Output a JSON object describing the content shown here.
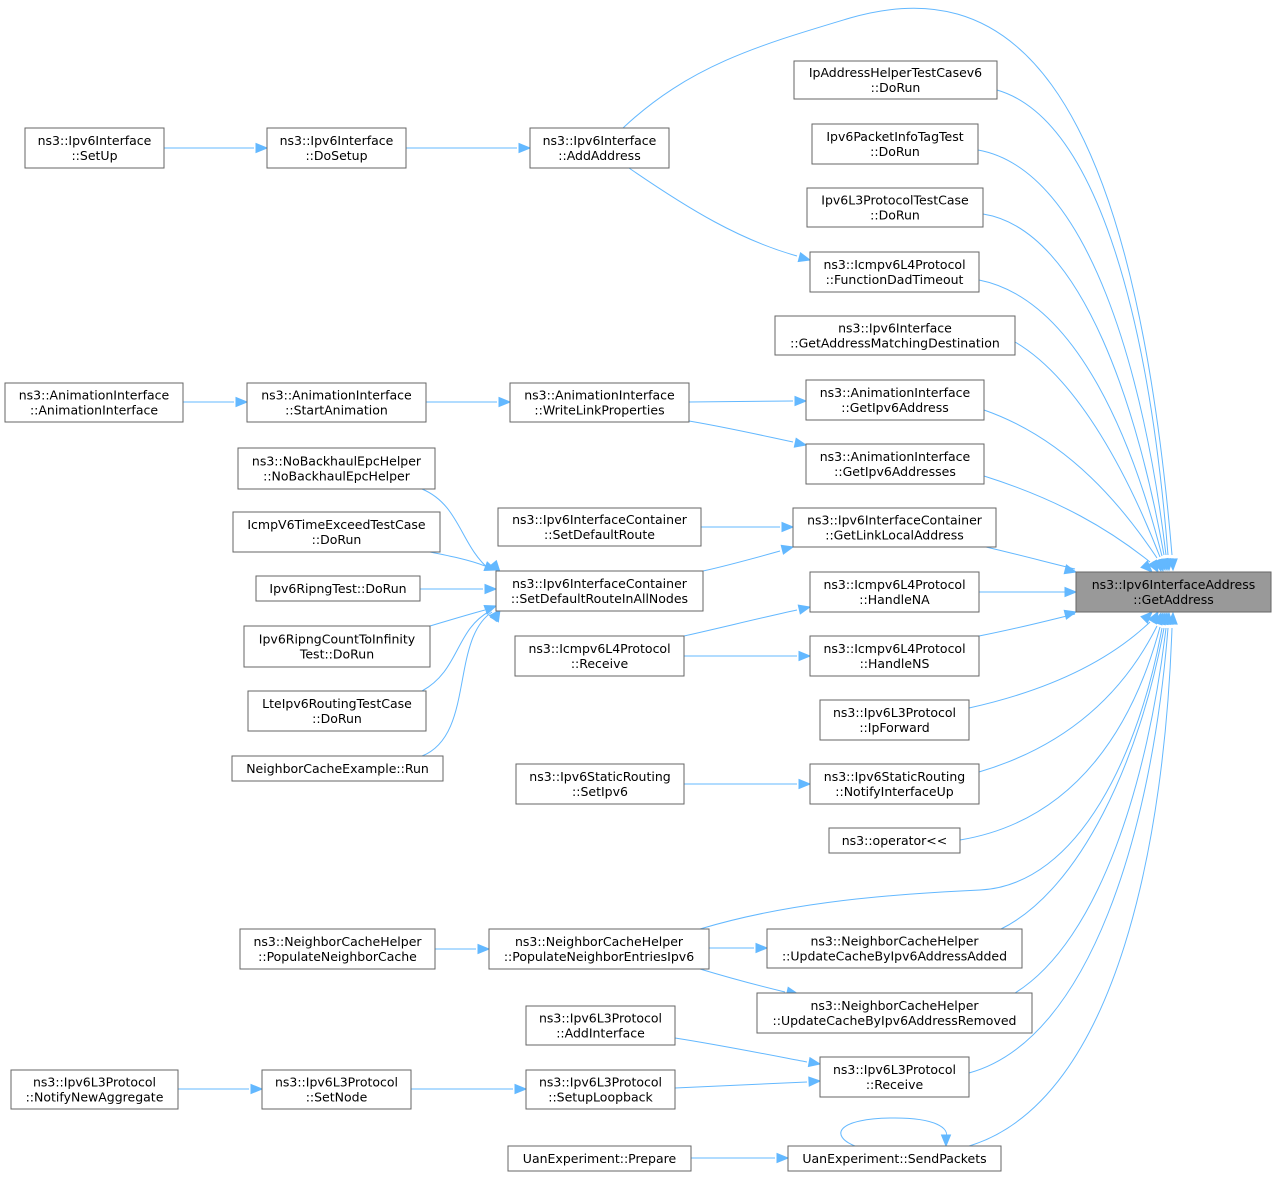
{
  "target": {
    "id": "target",
    "lines": [
      "ns3::Ipv6InterfaceAddress",
      "::GetAddress"
    ]
  },
  "nodes": [
    {
      "id": "ipaddr",
      "lines": [
        "IpAddressHelperTestCasev6",
        "::DoRun"
      ]
    },
    {
      "id": "pktinfo",
      "lines": [
        "Ipv6PacketInfoTagTest",
        "::DoRun"
      ]
    },
    {
      "id": "l3test",
      "lines": [
        "Ipv6L3ProtocolTestCase",
        "::DoRun"
      ]
    },
    {
      "id": "dadTimeout",
      "lines": [
        "ns3::Icmpv6L4Protocol",
        "::FunctionDadTimeout"
      ]
    },
    {
      "id": "getAddrMatch",
      "lines": [
        "ns3::Ipv6Interface",
        "::GetAddressMatchingDestination"
      ]
    },
    {
      "id": "getIpv6Addr",
      "lines": [
        "ns3::AnimationInterface",
        "::GetIpv6Address"
      ]
    },
    {
      "id": "getIpv6Addrs",
      "lines": [
        "ns3::AnimationInterface",
        "::GetIpv6Addresses"
      ]
    },
    {
      "id": "getLinkLocal",
      "lines": [
        "ns3::Ipv6InterfaceContainer",
        "::GetLinkLocalAddress"
      ]
    },
    {
      "id": "handleNA",
      "lines": [
        "ns3::Icmpv6L4Protocol",
        "::HandleNA"
      ]
    },
    {
      "id": "handleNS",
      "lines": [
        "ns3::Icmpv6L4Protocol",
        "::HandleNS"
      ]
    },
    {
      "id": "ipForward",
      "lines": [
        "ns3::Ipv6L3Protocol",
        "::IpForward"
      ]
    },
    {
      "id": "notifyIfUp",
      "lines": [
        "ns3::Ipv6StaticRouting",
        "::NotifyInterfaceUp"
      ]
    },
    {
      "id": "opShift",
      "lines": [
        "ns3::operator<<"
      ]
    },
    {
      "id": "updAdded",
      "lines": [
        "ns3::NeighborCacheHelper",
        "::UpdateCacheByIpv6AddressAdded"
      ]
    },
    {
      "id": "updRemoved",
      "lines": [
        "ns3::NeighborCacheHelper",
        "::UpdateCacheByIpv6AddressRemoved"
      ]
    },
    {
      "id": "l3Receive",
      "lines": [
        "ns3::Ipv6L3Protocol",
        "::Receive"
      ]
    },
    {
      "id": "sendPackets",
      "lines": [
        "UanExperiment::SendPackets"
      ]
    },
    {
      "id": "addAddress",
      "lines": [
        "ns3::Ipv6Interface",
        "::AddAddress"
      ]
    },
    {
      "id": "writeLink",
      "lines": [
        "ns3::AnimationInterface",
        "::WriteLinkProperties"
      ]
    },
    {
      "id": "setDefRoute",
      "lines": [
        "ns3::Ipv6InterfaceContainer",
        "::SetDefaultRoute"
      ]
    },
    {
      "id": "setDefRouteAll",
      "lines": [
        "ns3::Ipv6InterfaceContainer",
        "::SetDefaultRouteInAllNodes"
      ]
    },
    {
      "id": "icmpReceive",
      "lines": [
        "ns3::Icmpv6L4Protocol",
        "::Receive"
      ]
    },
    {
      "id": "setIpv6",
      "lines": [
        "ns3::Ipv6StaticRouting",
        "::SetIpv6"
      ]
    },
    {
      "id": "popEntries",
      "lines": [
        "ns3::NeighborCacheHelper",
        "::PopulateNeighborEntriesIpv6"
      ]
    },
    {
      "id": "addInterface",
      "lines": [
        "ns3::Ipv6L3Protocol",
        "::AddInterface"
      ]
    },
    {
      "id": "setupLoop",
      "lines": [
        "ns3::Ipv6L3Protocol",
        "::SetupLoopback"
      ]
    },
    {
      "id": "uanPrepare",
      "lines": [
        "UanExperiment::Prepare"
      ]
    },
    {
      "id": "doSetup",
      "lines": [
        "ns3::Ipv6Interface",
        "::DoSetup"
      ]
    },
    {
      "id": "startAnim",
      "lines": [
        "ns3::AnimationInterface",
        "::StartAnimation"
      ]
    },
    {
      "id": "noBackhaul",
      "lines": [
        "ns3::NoBackhaulEpcHelper",
        "::NoBackhaulEpcHelper"
      ]
    },
    {
      "id": "icmpTimeExceed",
      "lines": [
        "IcmpV6TimeExceedTestCase",
        "::DoRun"
      ]
    },
    {
      "id": "ripngTest",
      "lines": [
        "Ipv6RipngTest::DoRun"
      ]
    },
    {
      "id": "ripngCount",
      "lines": [
        "Ipv6RipngCountToInfinity",
        "Test::DoRun"
      ]
    },
    {
      "id": "lteRouting",
      "lines": [
        "LteIpv6RoutingTestCase",
        "::DoRun"
      ]
    },
    {
      "id": "neighborEx",
      "lines": [
        "NeighborCacheExample::Run"
      ]
    },
    {
      "id": "popCache",
      "lines": [
        "ns3::NeighborCacheHelper",
        "::PopulateNeighborCache"
      ]
    },
    {
      "id": "setNode",
      "lines": [
        "ns3::Ipv6L3Protocol",
        "::SetNode"
      ]
    },
    {
      "id": "setUp",
      "lines": [
        "ns3::Ipv6Interface",
        "::SetUp"
      ]
    },
    {
      "id": "animIface",
      "lines": [
        "ns3::AnimationInterface",
        "::AnimationInterface"
      ]
    },
    {
      "id": "notifyAgg",
      "lines": [
        "ns3::Ipv6L3Protocol",
        "::NotifyNewAggregate"
      ]
    }
  ]
}
